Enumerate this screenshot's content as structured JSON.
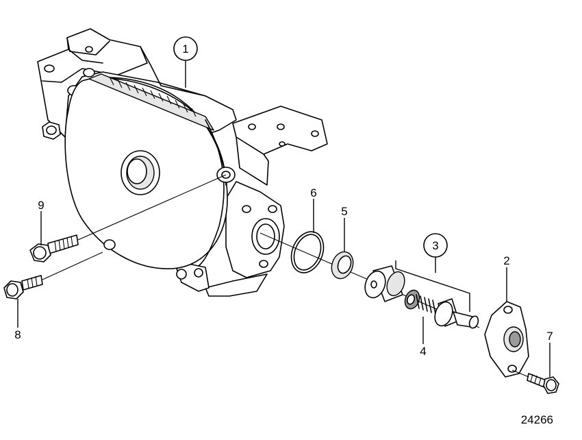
{
  "figure": {
    "figure_number": "24266",
    "callouts": [
      {
        "id": "c1",
        "label": "1"
      },
      {
        "id": "c2",
        "label": "2"
      },
      {
        "id": "c3",
        "label": "3"
      },
      {
        "id": "c4",
        "label": "4"
      },
      {
        "id": "c5",
        "label": "5"
      },
      {
        "id": "c6",
        "label": "6"
      },
      {
        "id": "c7",
        "label": "7"
      },
      {
        "id": "c8",
        "label": "8"
      },
      {
        "id": "c9",
        "label": "9"
      }
    ]
  }
}
